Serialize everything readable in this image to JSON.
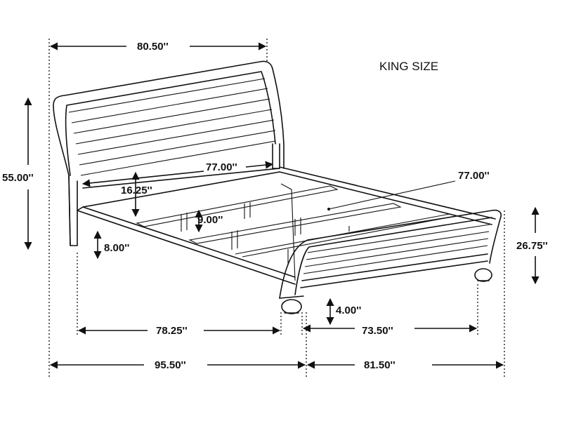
{
  "title": "KING SIZE",
  "dimensions": {
    "overall_width": "80.50''",
    "overall_height": "55.00''",
    "inner_width": "77.00''",
    "inner_length": "77.00''",
    "headboard_rail_height": "16.25''",
    "slat_height": "9.00''",
    "side_rail_clearance": "8.00''",
    "footboard_height": "26.75''",
    "foot_height": "4.00''",
    "rail_length": "78.25''",
    "footboard_depth": "73.50''",
    "overall_length": "95.50''",
    "overall_depth": "81.50''"
  }
}
